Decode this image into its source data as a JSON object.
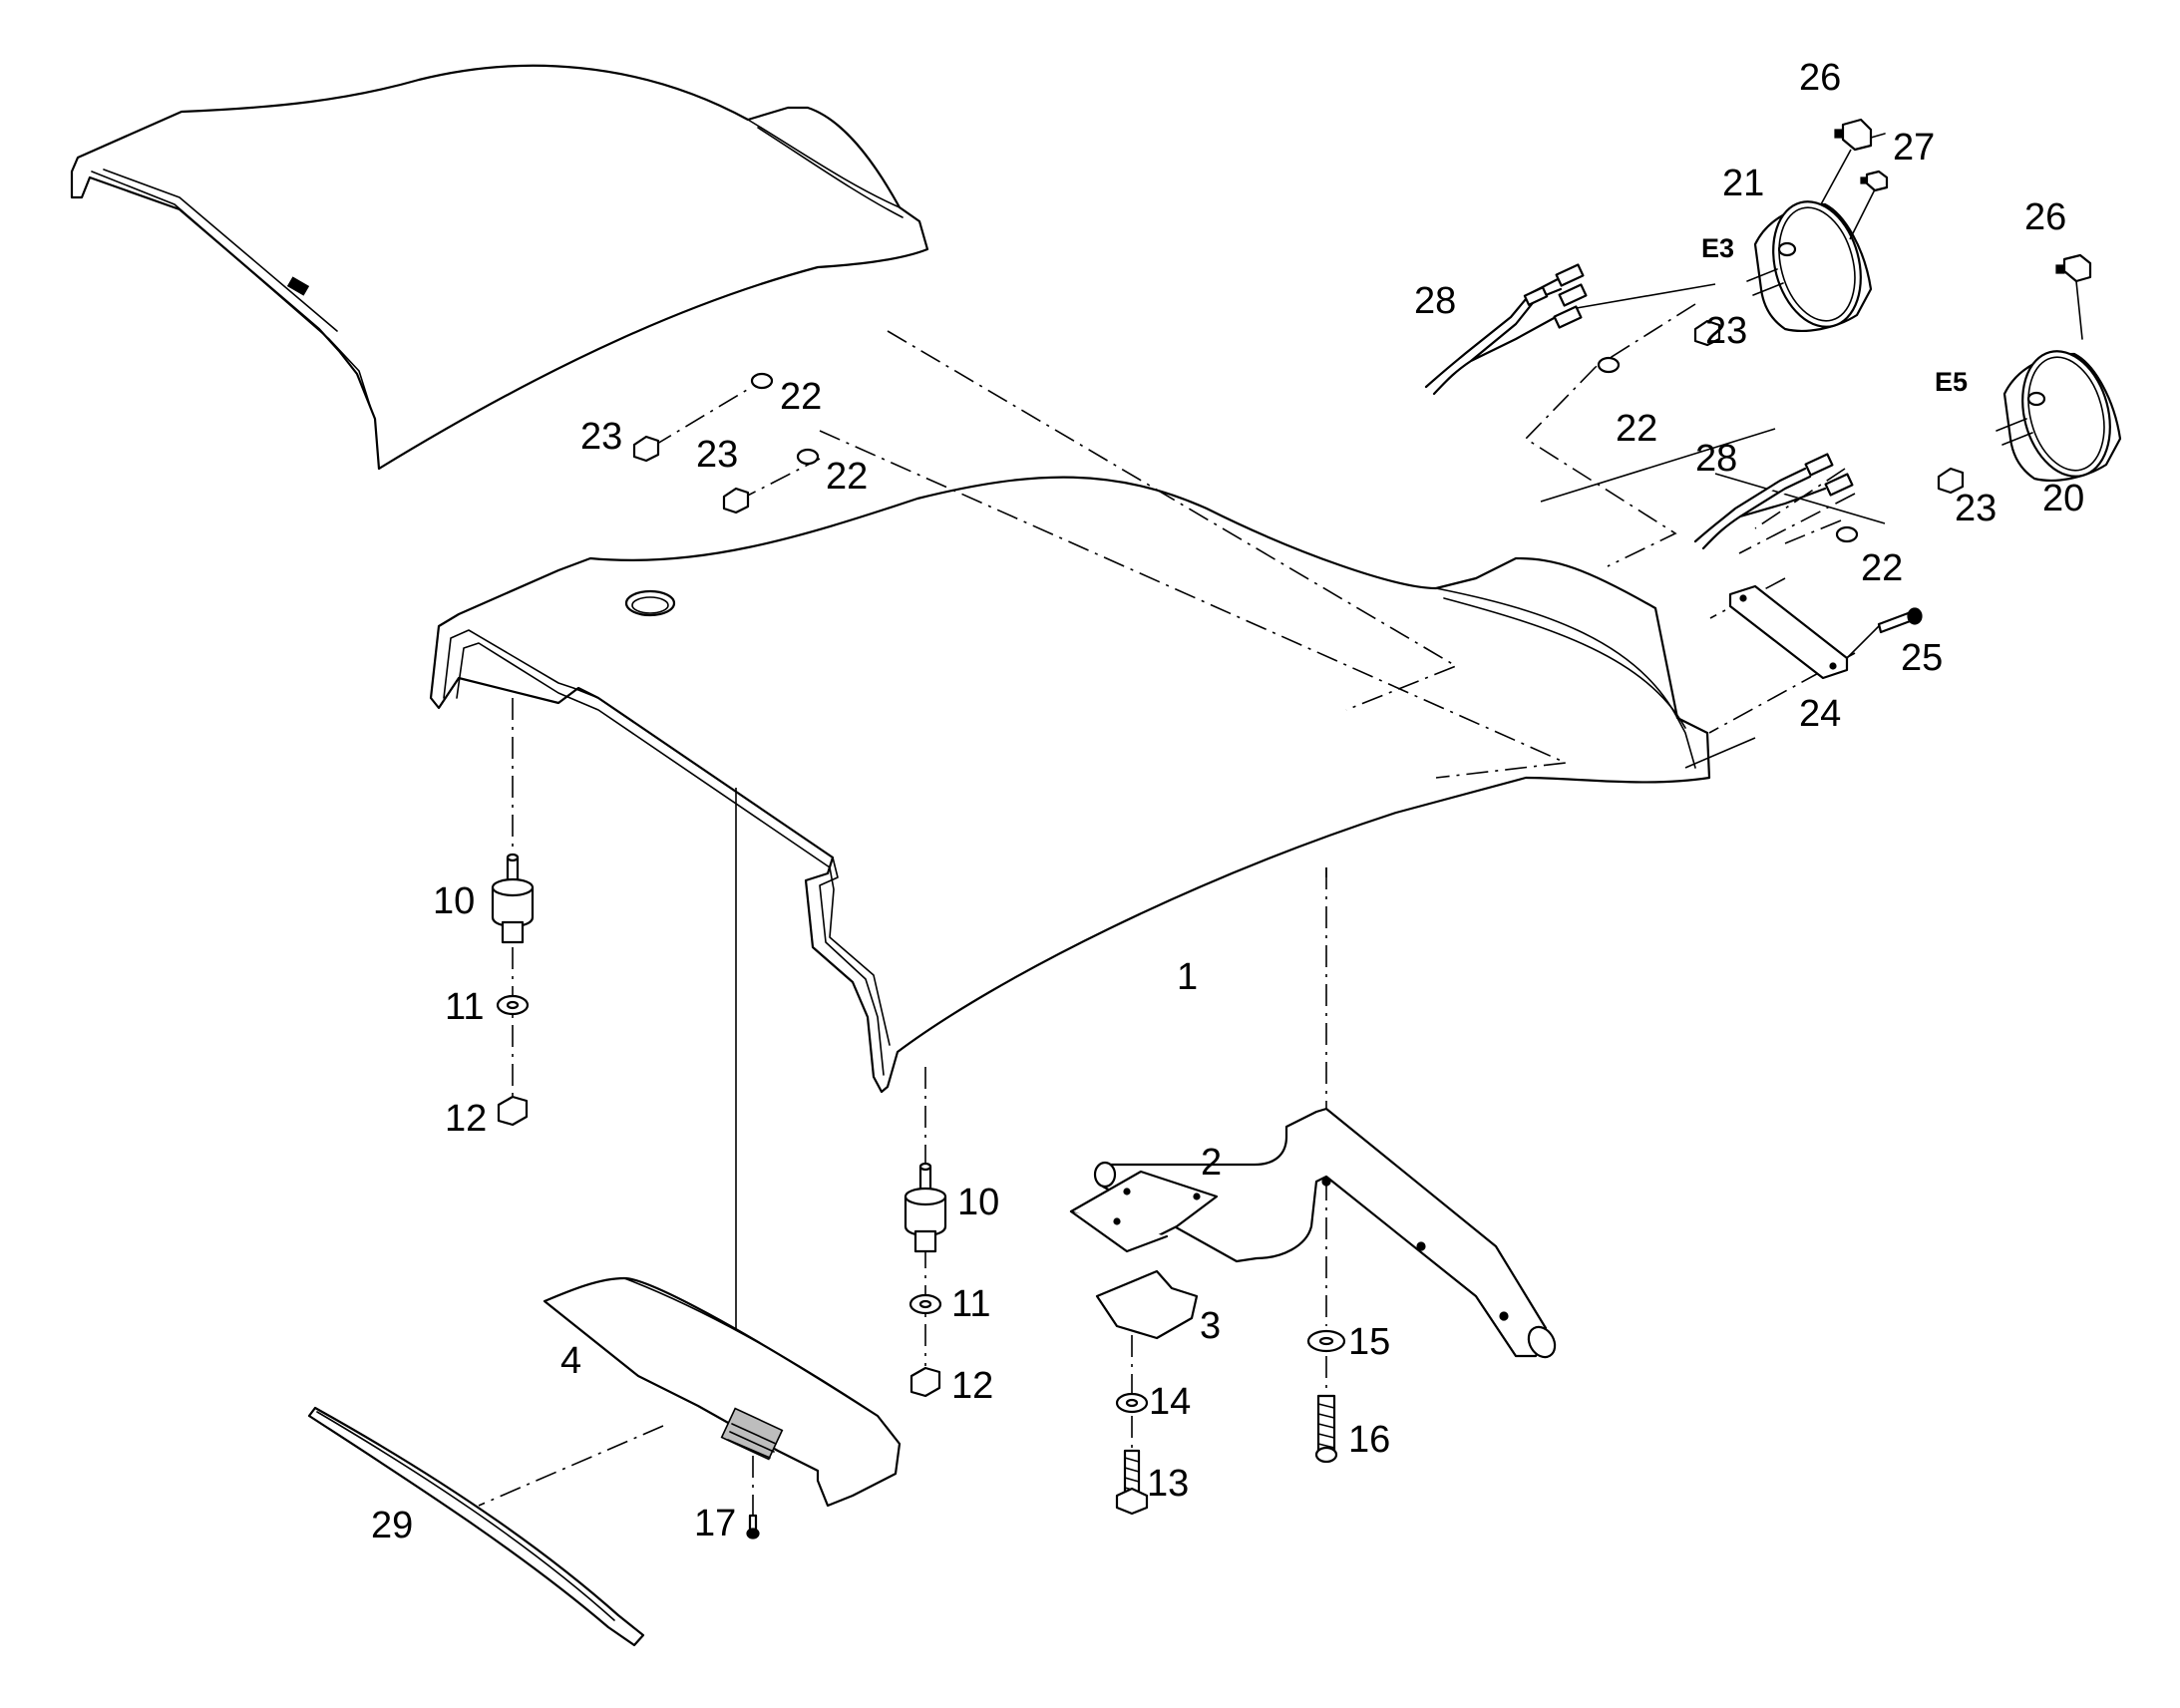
{
  "callouts": {
    "c1": "1",
    "c2": "2",
    "c3": "3",
    "c4": "4",
    "c10a": "10",
    "c10b": "10",
    "c11a": "11",
    "c11b": "11",
    "c12a": "12",
    "c12b": "12",
    "c13": "13",
    "c14": "14",
    "c15": "15",
    "c16": "16",
    "c17": "17",
    "c20": "20",
    "c21": "21",
    "c22a": "22",
    "c22b": "22",
    "c22c": "22",
    "c22d": "22",
    "c23a": "23",
    "c23b": "23",
    "c23c": "23",
    "c23d": "23",
    "c24": "24",
    "c25": "25",
    "c26a": "26",
    "c26b": "26",
    "c27": "27",
    "c28a": "28",
    "c28b": "28",
    "c29": "29"
  },
  "connector_tags": {
    "e3": "E3",
    "e5": "E5"
  }
}
